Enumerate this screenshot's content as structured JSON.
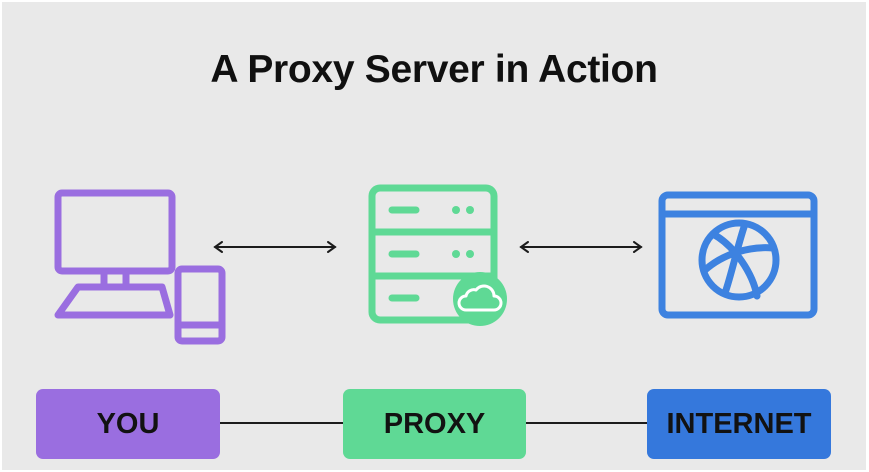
{
  "title": "A Proxy Server in Action",
  "nodes": [
    {
      "label": "YOU",
      "icon": "computer-and-phone-icon",
      "color": "#9a6ee0",
      "icon_color": "#9a6ee0"
    },
    {
      "label": "PROXY",
      "icon": "server-cloud-icon",
      "color": "#5fd995",
      "icon_color": "#5fd995"
    },
    {
      "label": "INTERNET",
      "icon": "browser-globe-icon",
      "color": "#3578dc",
      "icon_color": "#3d82e0"
    }
  ],
  "arrows": [
    "bidirectional",
    "bidirectional"
  ],
  "colors": {
    "background": "#e9e9e9",
    "text": "#121212",
    "connector": "#1c1c1c"
  }
}
